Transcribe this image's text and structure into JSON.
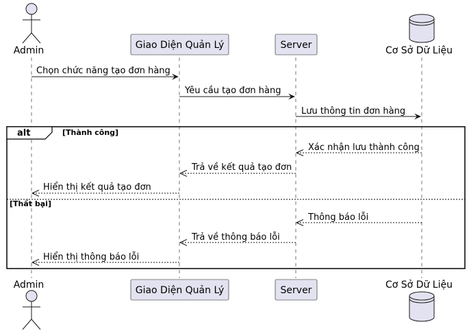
{
  "participants": [
    {
      "id": "admin",
      "label": "Admin",
      "kind": "actor"
    },
    {
      "id": "ui",
      "label": "Giao Diện Quản Lý",
      "kind": "participant"
    },
    {
      "id": "server",
      "label": "Server",
      "kind": "participant"
    },
    {
      "id": "db",
      "label": "Cơ Sở Dữ Liệu",
      "kind": "database"
    }
  ],
  "messages": [
    {
      "from": "admin",
      "to": "ui",
      "label": "Chọn chức năng tạo đơn hàng",
      "style": "solid"
    },
    {
      "from": "ui",
      "to": "server",
      "label": "Yêu cầu tạo đơn hàng",
      "style": "solid"
    },
    {
      "from": "server",
      "to": "db",
      "label": "Lưu thông tin đơn hàng",
      "style": "solid"
    },
    {
      "from": "db",
      "to": "server",
      "label": "Xác nhận lưu thành công",
      "style": "dashed"
    },
    {
      "from": "server",
      "to": "ui",
      "label": "Trả về kết quả tạo đơn",
      "style": "dashed"
    },
    {
      "from": "ui",
      "to": "admin",
      "label": "Hiển thị kết quả tạo đơn",
      "style": "dashed"
    },
    {
      "from": "db",
      "to": "server",
      "label": "Thông báo lỗi",
      "style": "dashed"
    },
    {
      "from": "server",
      "to": "ui",
      "label": "Trả về thông báo lỗi",
      "style": "dashed"
    },
    {
      "from": "ui",
      "to": "admin",
      "label": "Hiển thị thông báo lỗi",
      "style": "dashed"
    }
  ],
  "fragment": {
    "keyword": "alt",
    "branches": [
      "[Thành công]",
      "[Thất bại]"
    ]
  },
  "colors": {
    "participant_fill": "#E2E2F0",
    "participant_stroke": "#181818",
    "lifeline": "#181818",
    "arrow": "#181818"
  }
}
